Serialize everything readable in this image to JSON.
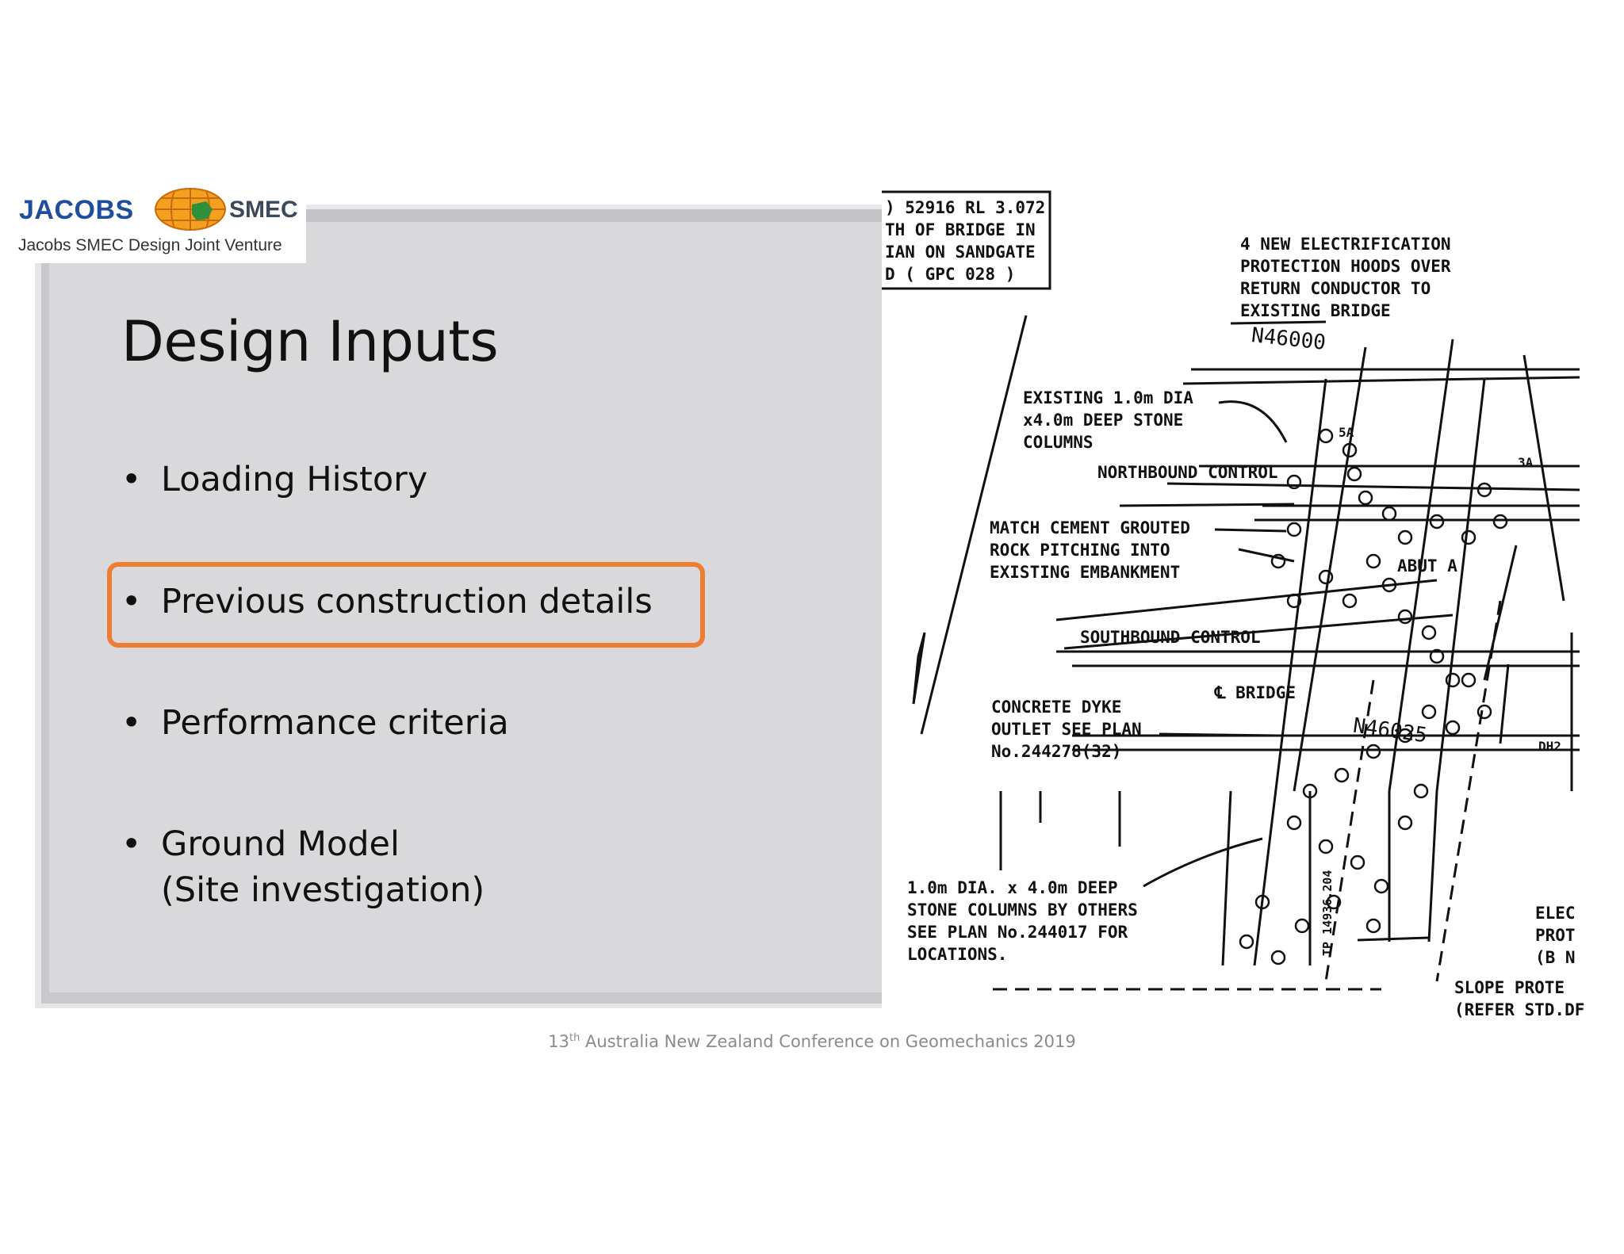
{
  "logo": {
    "jacobs": "JACOBS",
    "smec": "SMEC",
    "tagline": "Jacobs SMEC Design Joint Venture"
  },
  "slide": {
    "title": "Design Inputs",
    "bullets": [
      {
        "text": "Loading History"
      },
      {
        "text": "Previous construction details",
        "highlighted": true
      },
      {
        "text": "Performance criteria"
      },
      {
        "text": "Ground Model",
        "text2": "(Site investigation)"
      }
    ],
    "bullet_symbol": "•",
    "highlight_color": "#ed7d31"
  },
  "drawing": {
    "labels": {
      "box": [
        ") 52916 RL 3.072",
        "TH OF BRIDGE IN",
        "IAN ON SANDGATE",
        "D ( GPC 028 )"
      ],
      "hoods": [
        "4 NEW ELECTRIFICATION",
        "PROTECTION HOODS OVER",
        "RETURN CONDUCTOR TO",
        "EXISTING BRIDGE"
      ],
      "n46000": "N46000",
      "existing": [
        "EXISTING 1.0m DIA",
        "x4.0m DEEP STONE",
        "COLUMNS"
      ],
      "sa": "5A",
      "three_a": "3A",
      "northbound": "NORTHBOUND CONTROL",
      "match": [
        "MATCH CEMENT GROUTED",
        "ROCK PITCHING INTO",
        "EXISTING EMBANKMENT"
      ],
      "abut": "ABUT A",
      "southbound": "SOUTHBOUND CONTROL",
      "bridge": "℄ BRIDGE",
      "dyke": [
        "CONCRETE DYKE",
        "OUTLET SEE PLAN",
        "No.244278(32)"
      ],
      "n46025": "N46025",
      "dh2": "DH2",
      "stone": [
        "1.0m DIA. x 4.0m DEEP",
        "STONE COLUMNS BY OTHERS",
        "SEE PLAN No.244017 FOR",
        "LOCATIONS."
      ],
      "tp": "TP 14936.204",
      "elec": [
        "ELEC",
        "PROT",
        "(B N"
      ],
      "slope": [
        "SLOPE PROTE",
        "(REFER STD.DF"
      ]
    }
  },
  "footer": {
    "prefix": "13",
    "sup": "th",
    "rest": " Australia New Zealand Conference on Geomechanics 2019"
  }
}
